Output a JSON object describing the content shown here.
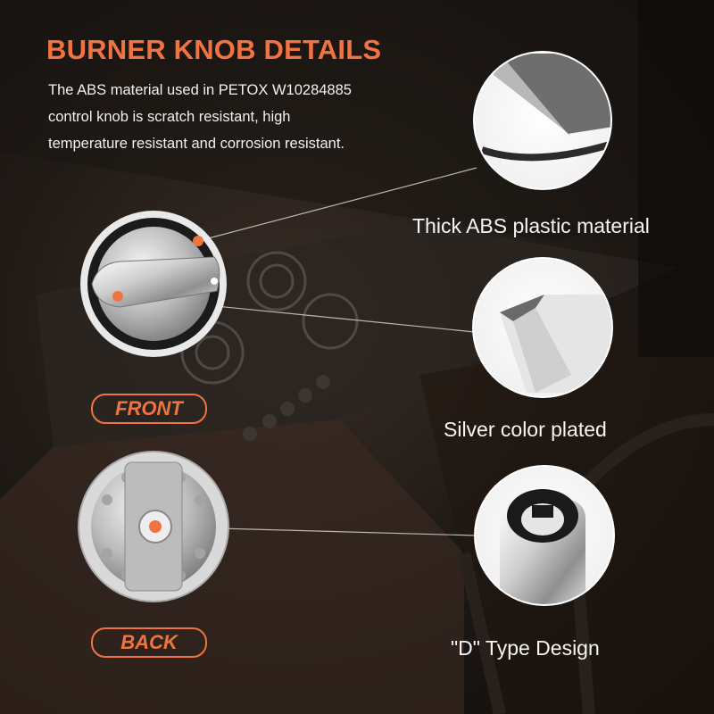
{
  "heading": {
    "title": "BURNER KNOB DETAILS",
    "lines": [
      "The ABS material used in PETOX W10284885",
      "control knob is scratch resistant, high",
      "temperature resistant and corrosion resistant."
    ]
  },
  "features": [
    {
      "label": "Thick ABS plastic material"
    },
    {
      "label": "Silver color plated"
    },
    {
      "label": "\"D\" Type Design"
    }
  ],
  "views": {
    "front": "FRONT",
    "back": "BACK"
  },
  "colors": {
    "accent": "#f0743f",
    "background": "#1a1512",
    "text": "#f5f4f2"
  },
  "icons": [
    "front-knob-image",
    "back-knob-image",
    "detail-circle-abs",
    "detail-circle-plated",
    "detail-circle-d-type"
  ]
}
